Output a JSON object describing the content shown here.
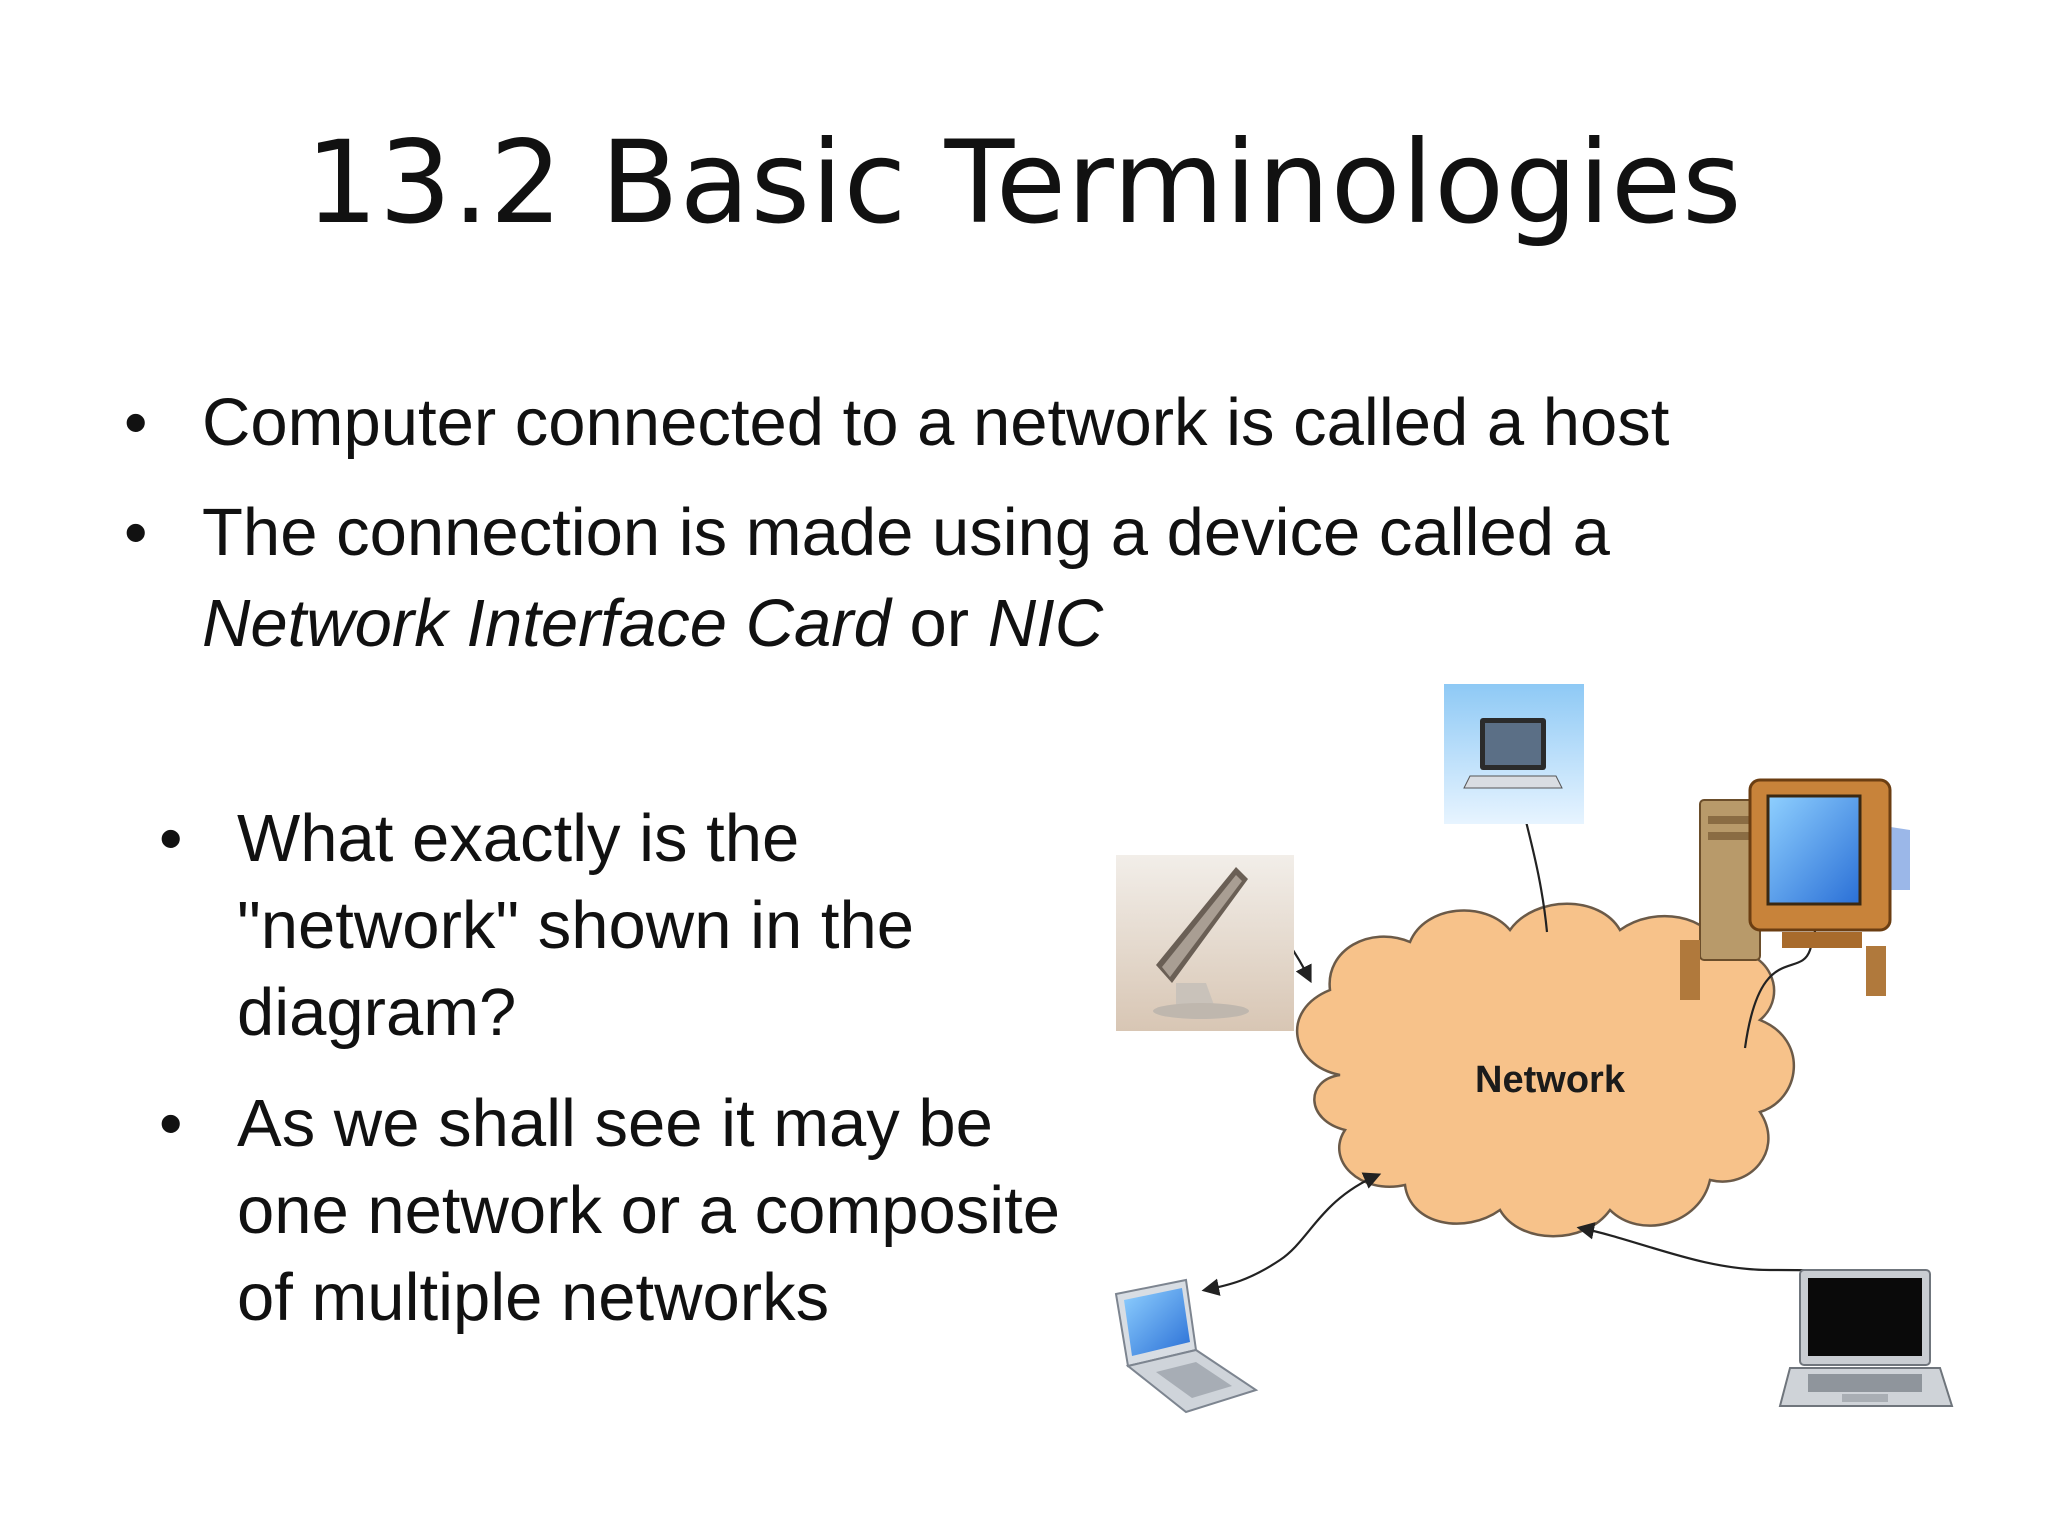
{
  "slide": {
    "title": "13.2 Basic Terminologies",
    "bullets": [
      {
        "text": "Computer connected to a network is called a host"
      },
      {
        "text_before": "The connection is made using a device called a ",
        "italic_1": "Network Interface Card",
        "middle": " or ",
        "italic_2": "NIC"
      }
    ],
    "side_bullets": [
      "What exactly is the \"network\" shown in the diagram?",
      "As we shall see it may be one network or a composite of multiple networks"
    ]
  },
  "diagram": {
    "cloud_label": "Network",
    "cloud_color": "#f7c28a",
    "devices": [
      {
        "name": "desktop-monitor-left",
        "icon": "monitor-icon"
      },
      {
        "name": "laptop-top",
        "icon": "laptop-icon"
      },
      {
        "name": "desktop-pc-right",
        "icon": "desktop-computer-icon"
      },
      {
        "name": "laptop-bottom-left",
        "icon": "laptop-icon"
      },
      {
        "name": "laptop-bottom-right",
        "icon": "laptop-icon"
      }
    ]
  }
}
